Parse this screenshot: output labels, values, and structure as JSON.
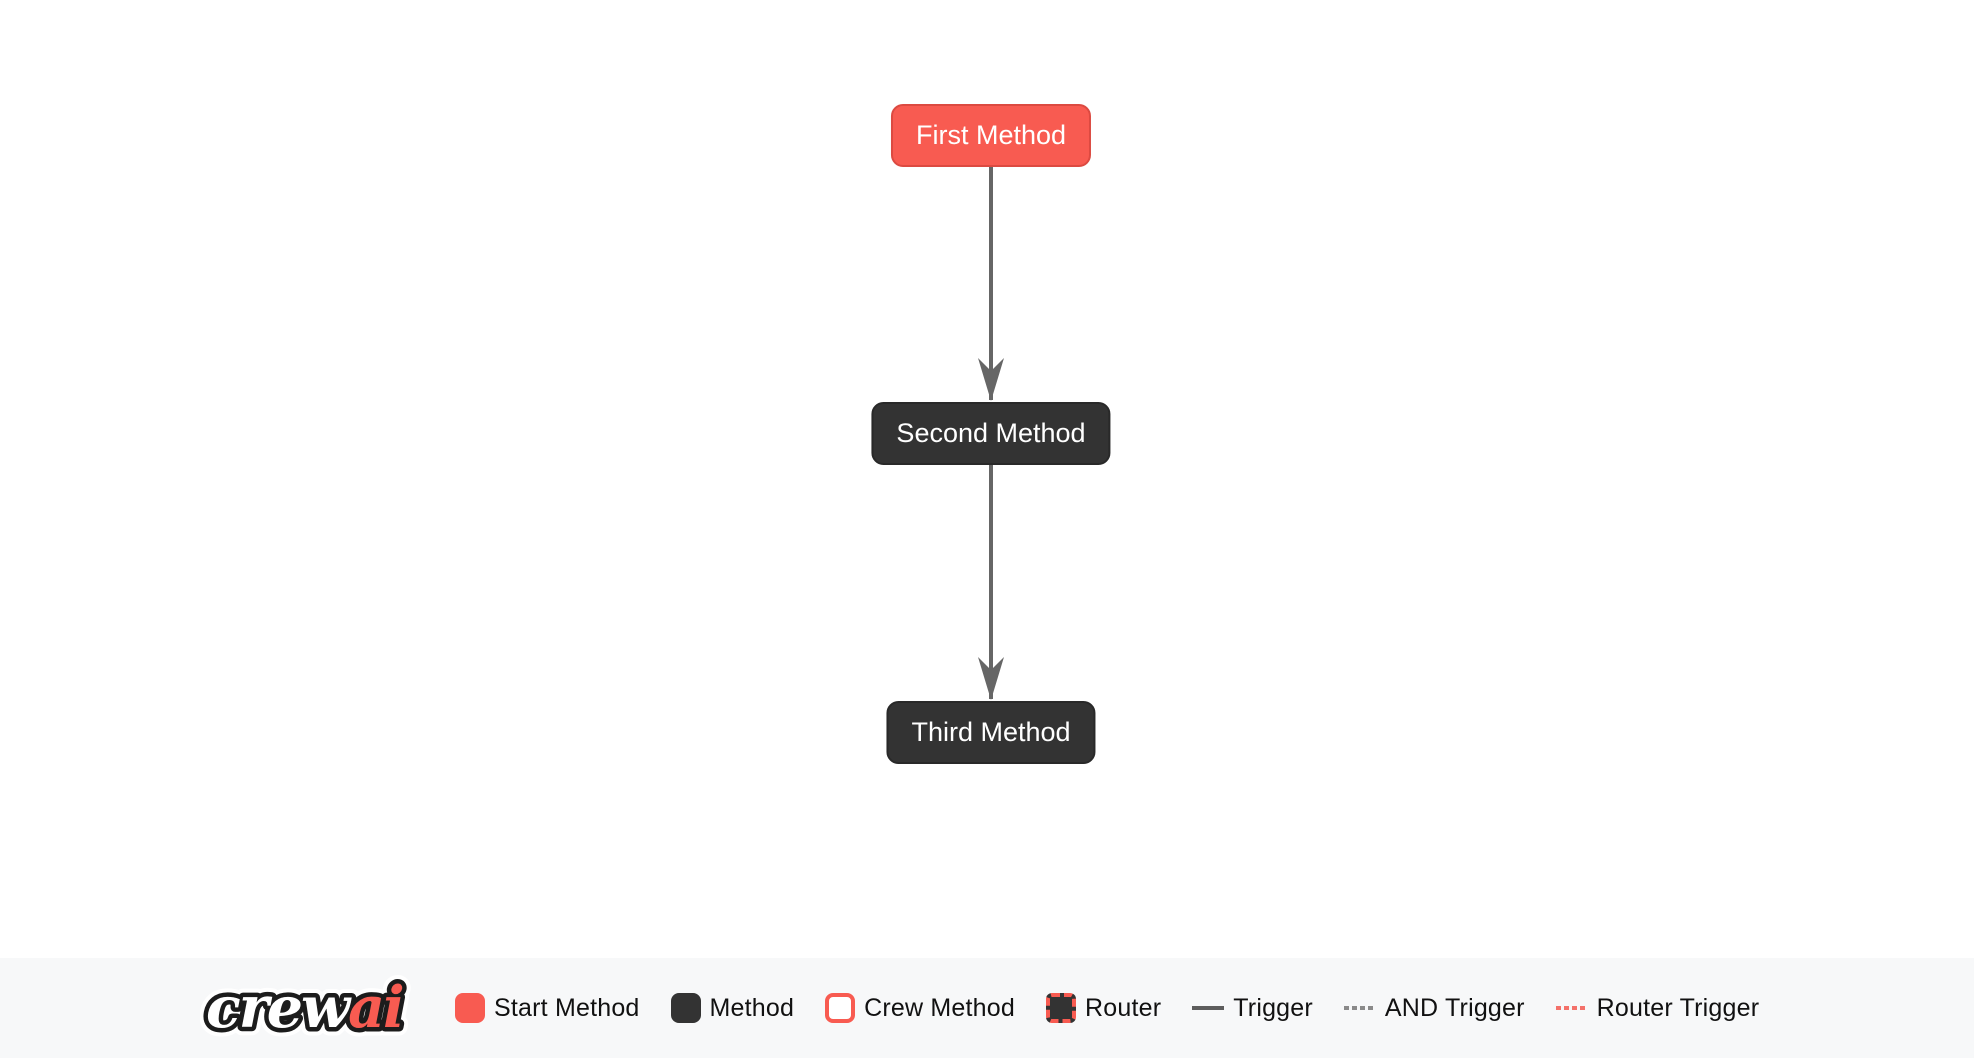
{
  "colors": {
    "accent": "#F85B51",
    "accent_border": "#DC4A41",
    "method_bg": "#333333",
    "edge": "#666666",
    "and_edge": "#8A8A8A",
    "router_edge": "#F4716A",
    "legend_bg": "#F7F8F9",
    "node_text": "#FFFFFF",
    "legend_text": "#111111",
    "canvas_bg": "#FFFFFF"
  },
  "flow": {
    "nodes": [
      {
        "label": "First Method",
        "type": "start-method"
      },
      {
        "label": "Second Method",
        "type": "method"
      },
      {
        "label": "Third Method",
        "type": "method"
      }
    ],
    "edges": [
      {
        "from": "First Method",
        "to": "Second Method",
        "type": "trigger"
      },
      {
        "from": "Second Method",
        "to": "Third Method",
        "type": "trigger"
      }
    ]
  },
  "legend": {
    "logo": {
      "crew": "crew",
      "ai": "ai"
    },
    "items": [
      {
        "label": "Start Method",
        "swatch": "start-method-swatch"
      },
      {
        "label": "Method",
        "swatch": "method-swatch"
      },
      {
        "label": "Crew Method",
        "swatch": "crew-method-swatch"
      },
      {
        "label": "Router",
        "swatch": "router-swatch"
      },
      {
        "label": "Trigger",
        "swatch": "trigger-line"
      },
      {
        "label": "AND Trigger",
        "swatch": "and-trigger-line"
      },
      {
        "label": "Router Trigger",
        "swatch": "router-trigger-line"
      }
    ]
  }
}
